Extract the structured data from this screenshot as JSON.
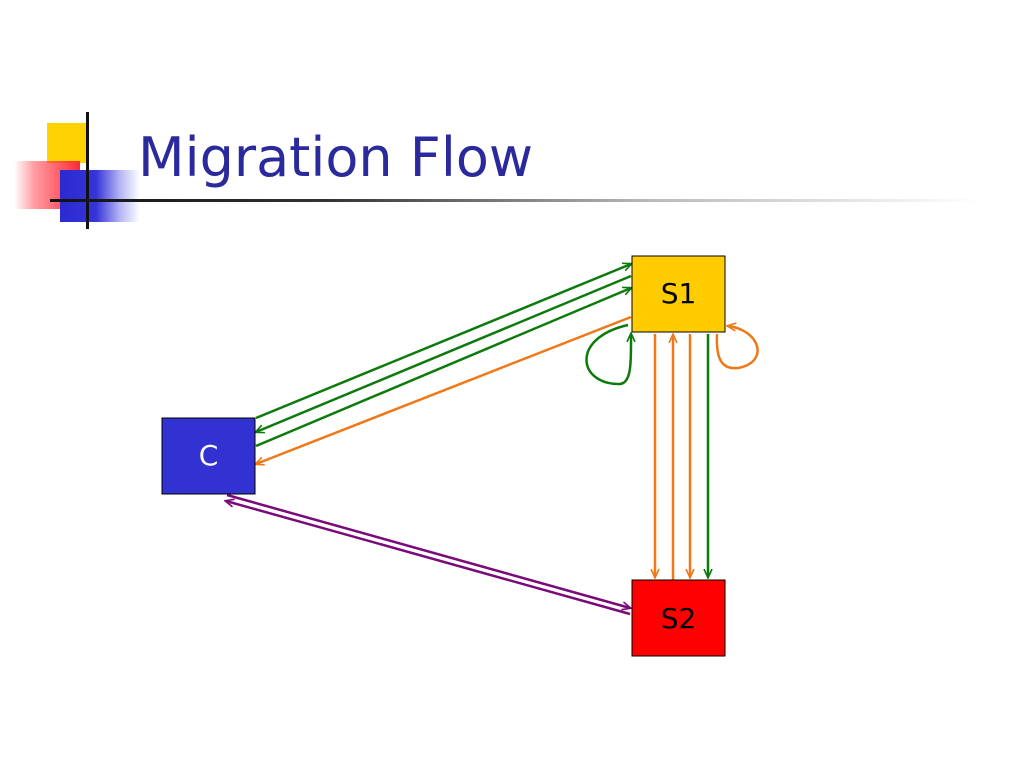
{
  "slide": {
    "title": "Migration Flow"
  },
  "diagram": {
    "nodes": {
      "c": {
        "label": "C",
        "fill": "#3232d2",
        "text_color": "#ffffff"
      },
      "s1": {
        "label": "S1",
        "fill": "#ffcc00",
        "text_color": "#000000"
      },
      "s2": {
        "label": "S2",
        "fill": "#ff0000",
        "text_color": "#000000"
      }
    },
    "edge_colors": {
      "green": "#0d7a0d",
      "orange": "#f07818",
      "purple": "#7a0a7a"
    },
    "edges": [
      {
        "from": "c",
        "to": "s1",
        "color": "green"
      },
      {
        "from": "s1",
        "to": "c",
        "color": "green"
      },
      {
        "from": "c",
        "to": "s1",
        "color": "green"
      },
      {
        "from": "s1",
        "to": "c",
        "color": "orange"
      },
      {
        "from": "s1",
        "to": "s1",
        "color": "green"
      },
      {
        "from": "s1",
        "to": "s1",
        "color": "orange"
      },
      {
        "from": "s1",
        "to": "s2",
        "color": "orange"
      },
      {
        "from": "s2",
        "to": "s1",
        "color": "orange"
      },
      {
        "from": "s1",
        "to": "s2",
        "color": "orange"
      },
      {
        "from": "s1",
        "to": "s2",
        "color": "green"
      },
      {
        "from": "c",
        "to": "s2",
        "color": "purple"
      },
      {
        "from": "s2",
        "to": "c",
        "color": "purple"
      }
    ]
  }
}
